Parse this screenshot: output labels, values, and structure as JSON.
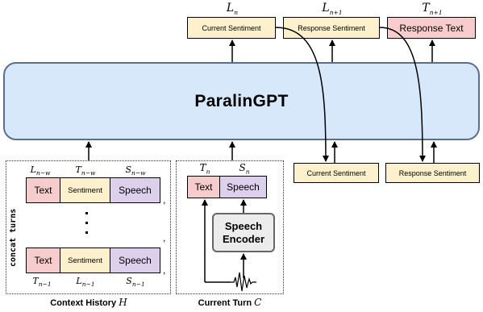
{
  "model_name": "ParalinGPT",
  "outputs": {
    "current_sentiment": {
      "var": "L",
      "sub": "n",
      "label": "Current Sentiment"
    },
    "response_sentiment": {
      "var": "L",
      "sub": "n+1",
      "label": "Response Sentiment"
    },
    "response_text": {
      "var": "T",
      "sub": "n+1",
      "label": "Response Text"
    }
  },
  "feedback_boxes": {
    "current_sentiment": "Current Sentiment",
    "response_sentiment": "Response Sentiment"
  },
  "context_history": {
    "vertical_label": "concat turns",
    "caption": "Context History",
    "caption_var": "H",
    "first_row": {
      "cells": [
        "Text",
        "Sentiment",
        "Speech"
      ],
      "labels": [
        {
          "var": "L",
          "sub": "n−w"
        },
        {
          "var": "T",
          "sub": "n−w"
        },
        {
          "var": "S",
          "sub": "n−w"
        }
      ]
    },
    "last_row": {
      "cells": [
        "Text",
        "Sentiment",
        "Speech"
      ],
      "labels": [
        {
          "var": "T",
          "sub": "n−1"
        },
        {
          "var": "L",
          "sub": "n−1"
        },
        {
          "var": "S",
          "sub": "n−1"
        }
      ]
    },
    "ellipsis": "⋮"
  },
  "current_turn": {
    "caption": "Current Turn",
    "caption_var": "C",
    "cells": [
      "Text",
      "Speech"
    ],
    "labels": [
      {
        "var": "T",
        "sub": "n"
      },
      {
        "var": "S",
        "sub": "n"
      }
    ],
    "encoder_line1": "Speech",
    "encoder_line2": "Encoder",
    "waveform_icon": "waveform-icon"
  }
}
